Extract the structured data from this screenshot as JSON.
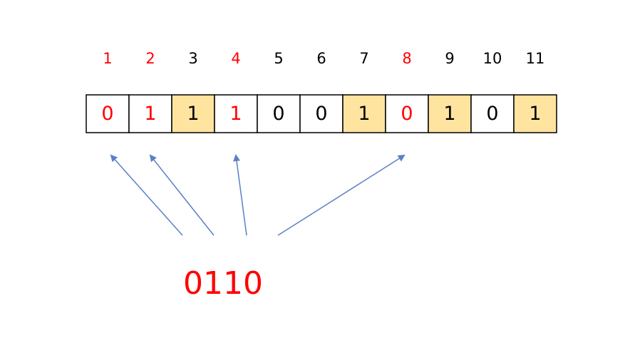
{
  "colors": {
    "parity": "#ff0000",
    "normal": "#000000",
    "highlight_fill": "#ffe4a0",
    "cell_fill": "#ffffff",
    "cell_border": "#000000",
    "arrow": "#5b80c6"
  },
  "positions": [
    "1",
    "2",
    "3",
    "4",
    "5",
    "6",
    "7",
    "8",
    "9",
    "10",
    "11"
  ],
  "bits": [
    {
      "value": "0",
      "parity": true,
      "highlighted": false
    },
    {
      "value": "1",
      "parity": true,
      "highlighted": false
    },
    {
      "value": "1",
      "parity": false,
      "highlighted": true
    },
    {
      "value": "1",
      "parity": true,
      "highlighted": false
    },
    {
      "value": "0",
      "parity": false,
      "highlighted": false
    },
    {
      "value": "0",
      "parity": false,
      "highlighted": false
    },
    {
      "value": "1",
      "parity": false,
      "highlighted": true
    },
    {
      "value": "0",
      "parity": true,
      "highlighted": false
    },
    {
      "value": "1",
      "parity": false,
      "highlighted": true
    },
    {
      "value": "0",
      "parity": false,
      "highlighted": false
    },
    {
      "value": "1",
      "parity": false,
      "highlighted": true
    }
  ],
  "parity_code": "0110",
  "arrows_point_to": [
    1,
    2,
    4,
    8
  ]
}
